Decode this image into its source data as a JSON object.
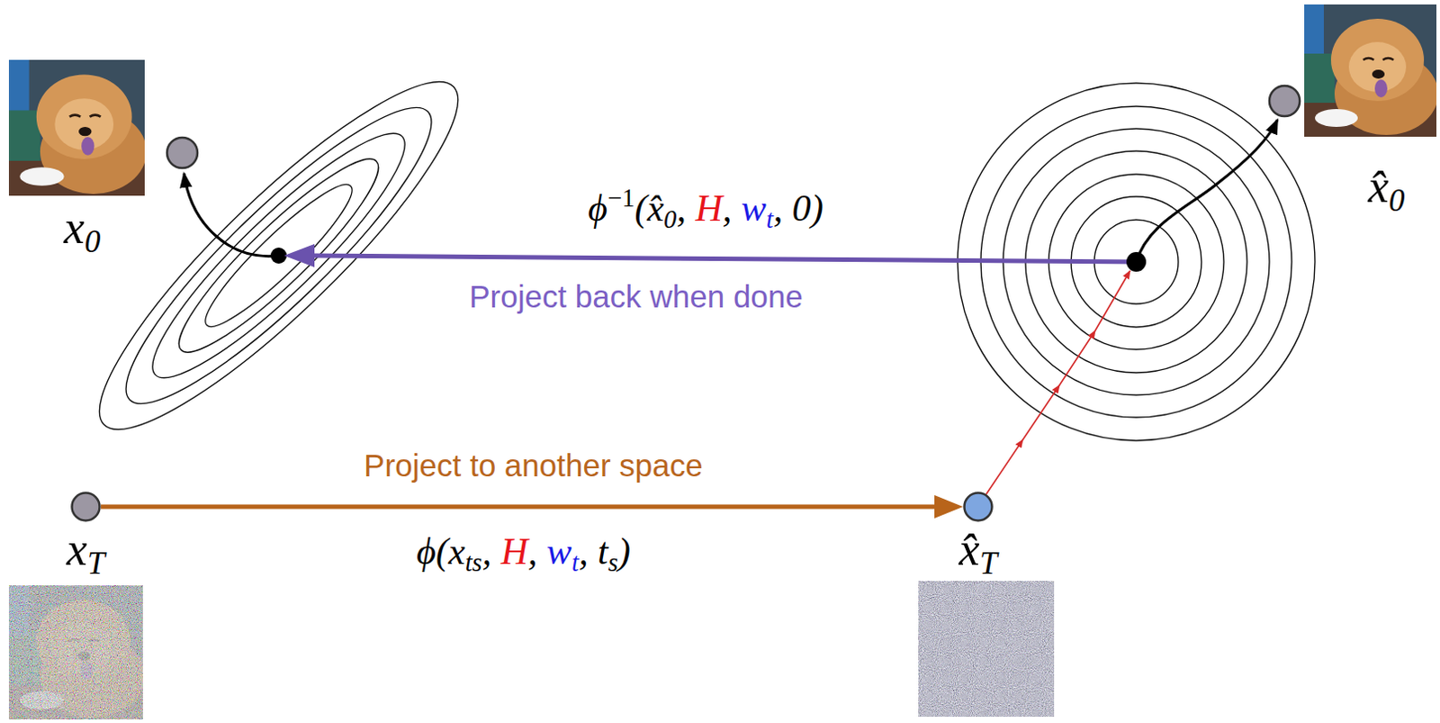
{
  "diagram": {
    "nodes": [
      {
        "text": [
          "xT"
        ]
      },
      {
        "text": [
          "x̂T"
        ]
      }
    ],
    "edges": [
      {
        "from": 0,
        "to": 1,
        "arrow": "to",
        "label": "ϕ(xts, H, wt, ts)"
      }
    ],
    "labels": [
      "Project to another space",
      "ϕ−1(x̂0, H, wt, 0)",
      "Project back when done",
      "x0",
      "x̂0"
    ]
  }
}
